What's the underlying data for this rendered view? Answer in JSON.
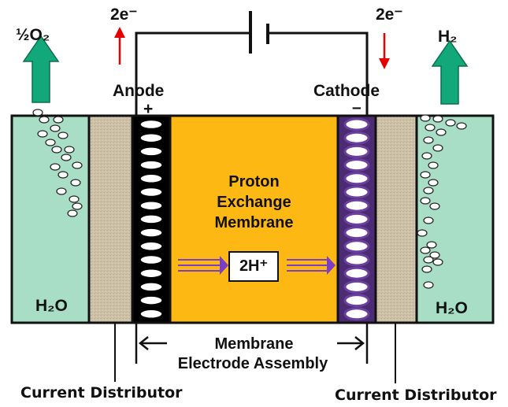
{
  "labels": {
    "electrons_left": "2e⁻",
    "electrons_right": "2e⁻",
    "oxygen_out": "½O₂",
    "hydrogen_out": "H₂",
    "anode": "Anode",
    "anode_sign": "+",
    "cathode": "Cathode",
    "cathode_sign": "–",
    "membrane_line1": "Proton",
    "membrane_line2": "Exchange",
    "membrane_line3": "Membrane",
    "protons": "2H⁺",
    "water_left": "H₂O",
    "water_right": "H₂O",
    "mea_line1": "Membrane",
    "mea_line2": "Electrode Assembly",
    "current_distributor_left": "Current Distributor",
    "current_distributor_right": "Current Distributor"
  },
  "colors": {
    "water": "#a8ddc6",
    "distributor": "#cec3a8",
    "membrane": "#fdb813",
    "anode_electrode": "#000000",
    "cathode_electrode": "#4b2c72",
    "gas_arrow": "#13a87a",
    "electron_arrow": "#e60000",
    "proton_arrow": "#7a3fc4",
    "outline": "#111111"
  },
  "icons": [
    "gas-bubble-icon",
    "up-arrow-icon",
    "down-arrow-icon",
    "battery-icon",
    "triple-arrow-icon"
  ]
}
